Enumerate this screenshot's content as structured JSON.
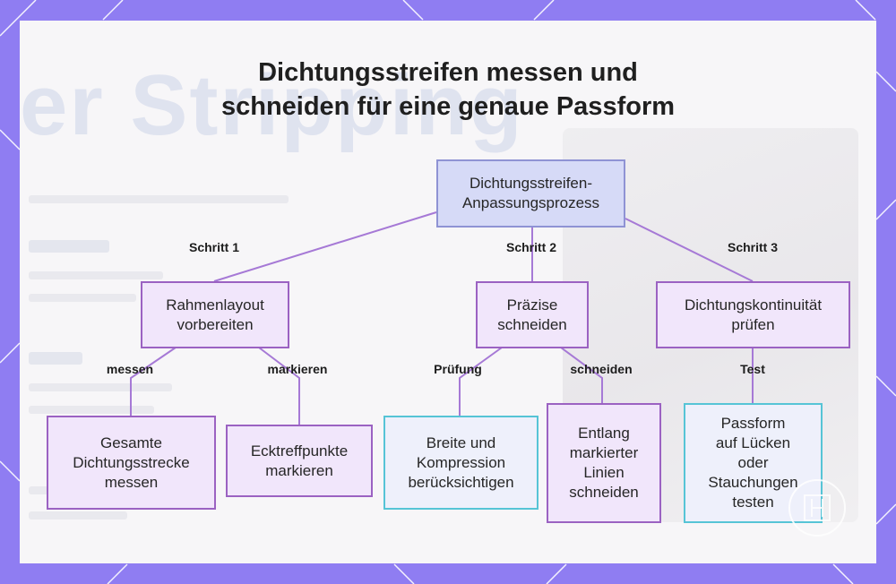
{
  "title": {
    "line1": "Dichtungsstreifen messen und",
    "line2": "schneiden für eine genaue Passform"
  },
  "nodes": {
    "root": [
      "Dichtungsstreifen-",
      "Anpassungsprozess"
    ],
    "step1": [
      "Rahmenlayout",
      "vorbereiten"
    ],
    "step2": [
      "Präzise",
      "schneiden"
    ],
    "step3": [
      "Dichtungskontinuität",
      "prüfen"
    ],
    "leaf1": [
      "Gesamte",
      "Dichtungsstrecke",
      "messen"
    ],
    "leaf2": [
      "Ecktreffpunkte",
      "markieren"
    ],
    "leaf3": [
      "Breite und",
      "Kompression",
      "berücksichtigen"
    ],
    "leaf4": [
      "Entlang",
      "markierter",
      "Linien",
      "schneiden"
    ],
    "leaf5": [
      "Passform",
      "auf Lücken",
      "oder",
      "Stauchungen",
      "testen"
    ]
  },
  "edge_labels": {
    "step1": "Schritt 1",
    "step2": "Schritt 2",
    "step3": "Schritt 3",
    "measure": "messen",
    "mark": "markieren",
    "check": "Prüfung",
    "cut": "schneiden",
    "test": "Test"
  },
  "colors": {
    "border": "#8f7df2",
    "root_fill": "#d6daf7",
    "node_fill": "#f1e6fb",
    "node_stroke": "#9b62c2",
    "edge": "#a679d6",
    "cyan_stroke": "#56c4d6"
  },
  "logo": {
    "icon": "monogram-logo-icon"
  }
}
